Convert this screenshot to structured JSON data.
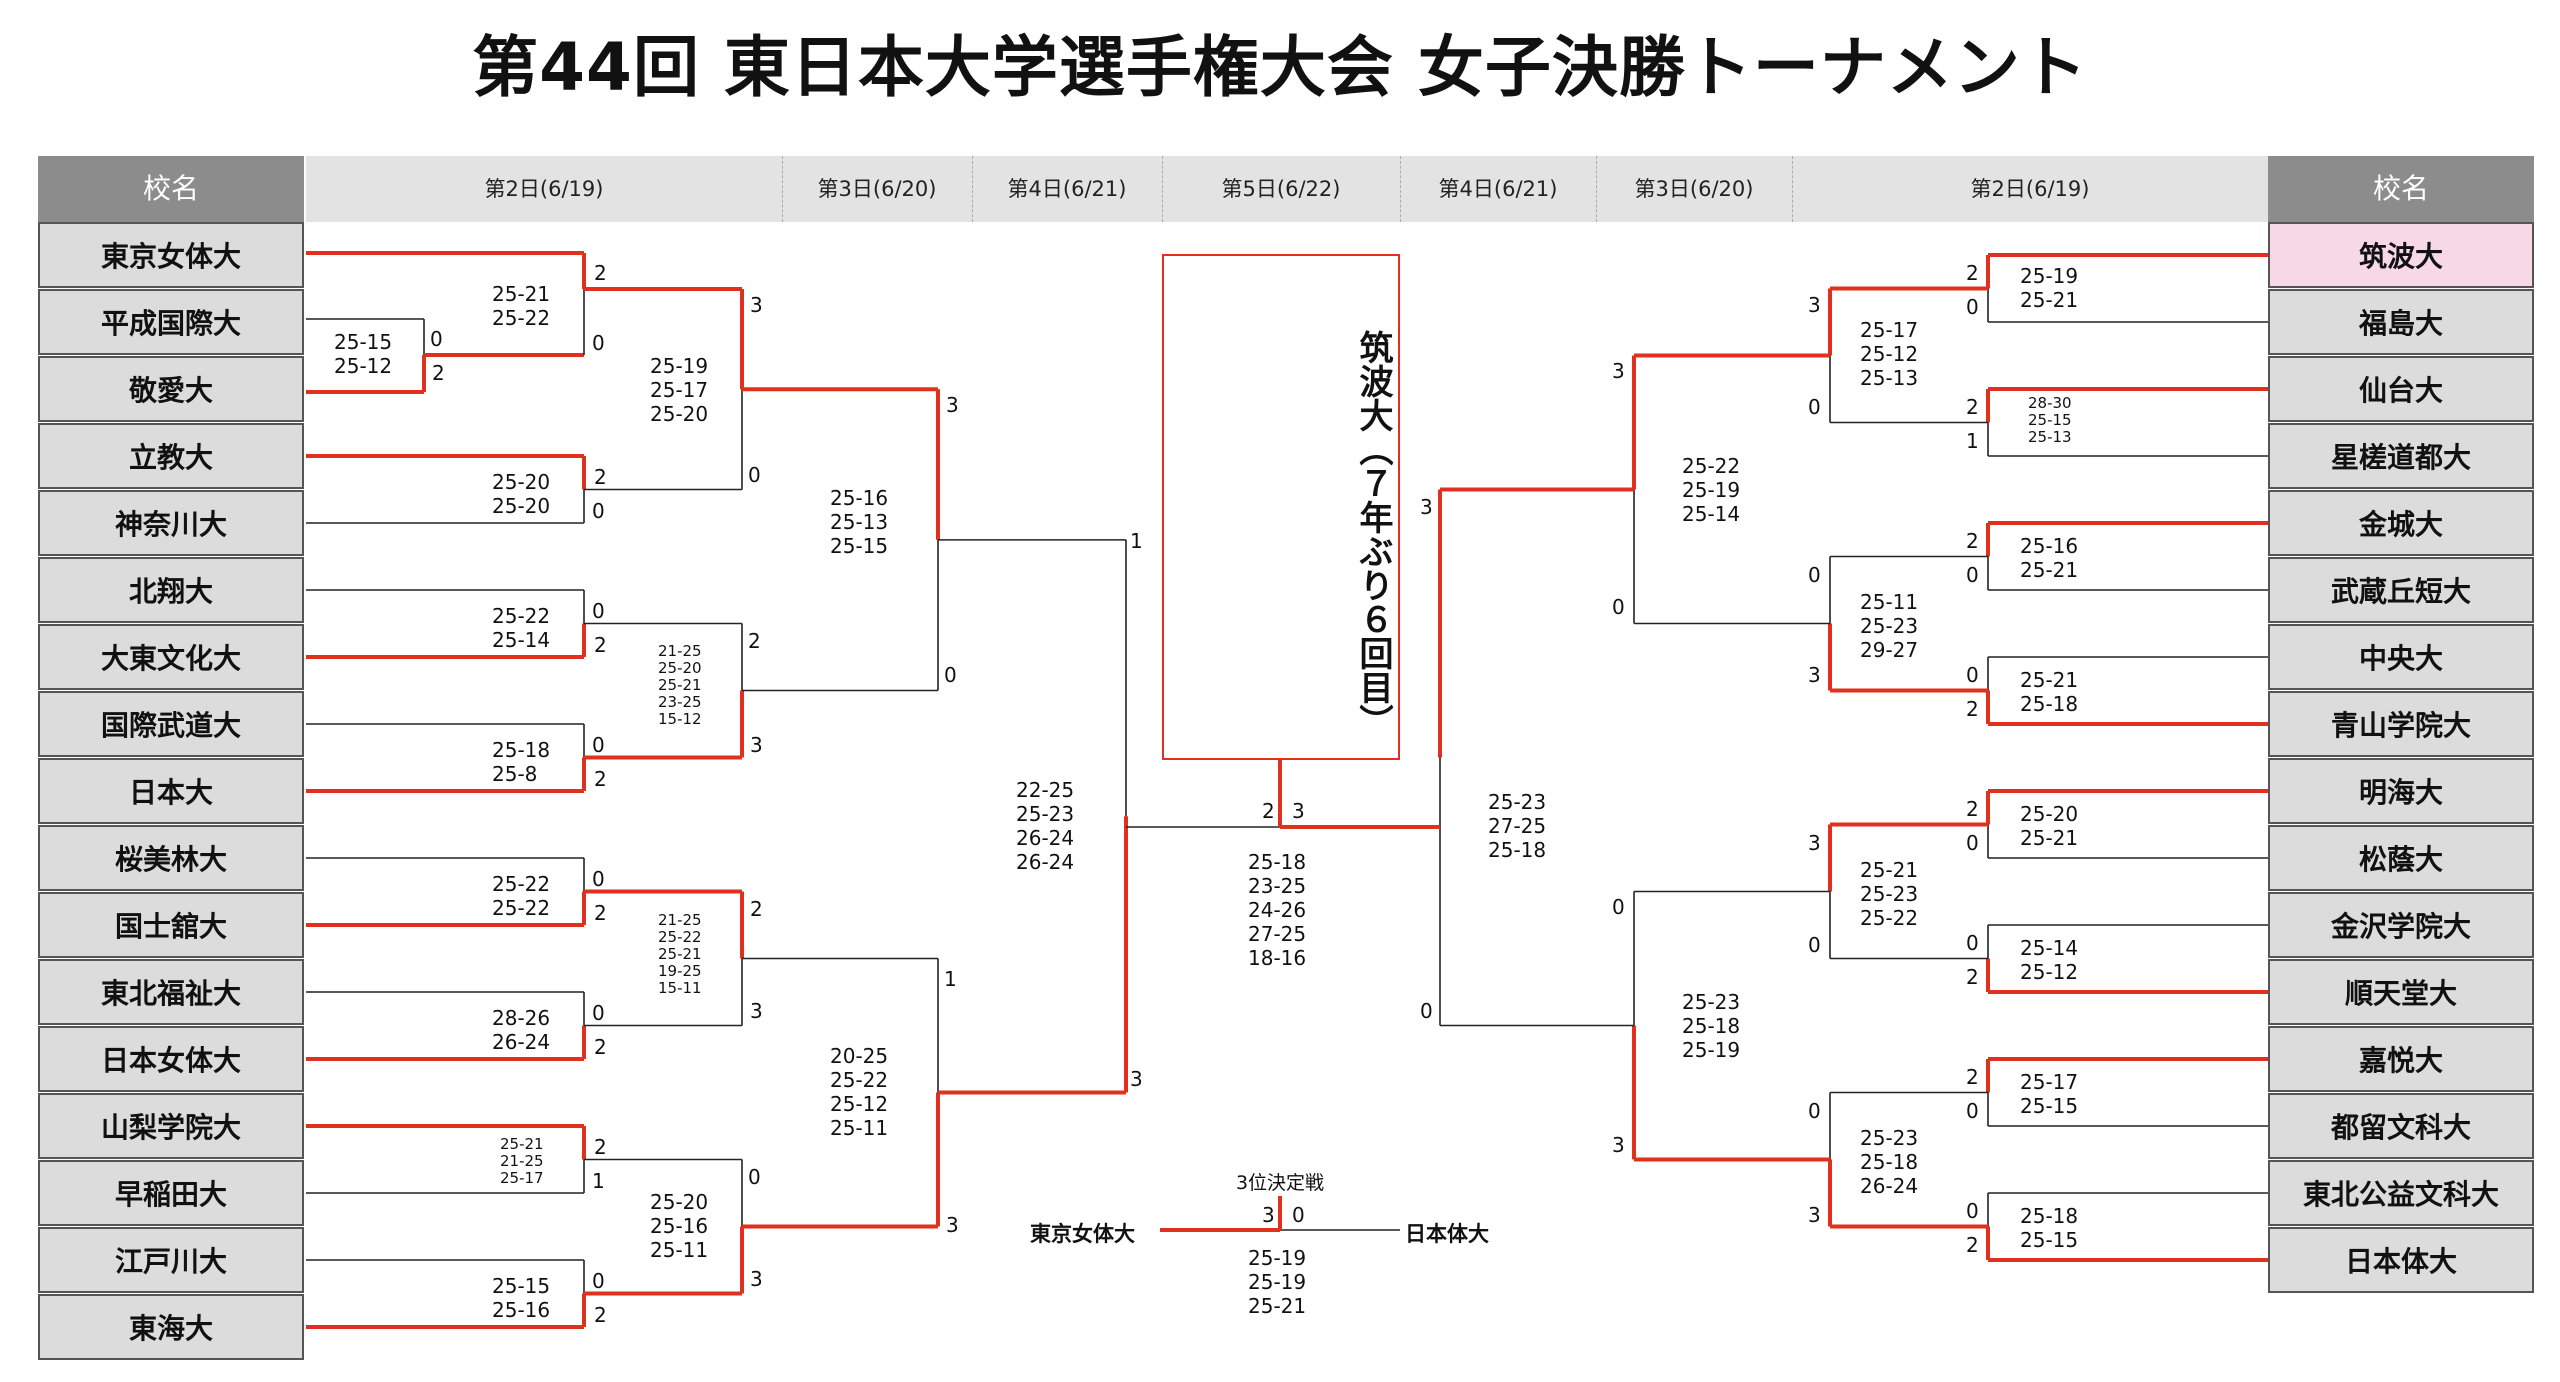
{
  "title": "第44回 東日本大学選手権大会 女子決勝トーナメント",
  "column_header": "校名",
  "days": {
    "l2": "第2日(6/19)",
    "l3": "第3日(6/20)",
    "l4": "第4日(6/21)",
    "c5": "第5日(6/22)",
    "r4": "第4日(6/21)",
    "r3": "第3日(6/20)",
    "r2": "第2日(6/19)"
  },
  "left_teams": [
    "東京女体大",
    "平成国際大",
    "敬愛大",
    "立教大",
    "神奈川大",
    "北翔大",
    "大東文化大",
    "国際武道大",
    "日本大",
    "桜美林大",
    "国士舘大",
    "東北福祉大",
    "日本女体大",
    "山梨学院大",
    "早稲田大",
    "江戸川大",
    "東海大"
  ],
  "right_teams": [
    "筑波大",
    "福島大",
    "仙台大",
    "星槎道都大",
    "金城大",
    "武蔵丘短大",
    "中央大",
    "青山学院大",
    "明海大",
    "松蔭大",
    "金沢学院大",
    "順天堂大",
    "嘉悦大",
    "都留文科大",
    "東北公益文科大",
    "日本体大"
  ],
  "champion": "筑波大（７年ぶり６回目）",
  "accent_color": "#e0301e",
  "scores": {
    "l_pre": "25-15\n25-12",
    "l_m1": "25-21\n25-22",
    "l_m2": "25-20\n25-20",
    "l_m3": "25-22\n25-14",
    "l_m4": "25-18\n25-8",
    "l_m5": "25-22\n25-22",
    "l_m6": "28-26\n26-24",
    "l_m7": "25-21\n21-25\n25-17",
    "l_m8": "25-15\n25-16",
    "l_q1": "25-19\n25-17\n25-20",
    "l_q2": "21-25\n25-20\n25-21\n23-25\n15-12",
    "l_q3": "21-25\n25-22\n25-21\n19-25\n15-11",
    "l_q4": "25-20\n25-16\n25-11",
    "l_s1": "25-16\n25-13\n25-15",
    "l_s2": "20-25\n25-22\n25-12\n25-11",
    "l_f": "22-25\n25-23\n26-24\n26-24",
    "final": "25-18\n23-25\n24-26\n27-25\n18-16",
    "r_f": "25-23\n27-25\n25-18",
    "r_s1": "25-22\n25-19\n25-14",
    "r_s2": "25-23\n25-18\n25-19",
    "r_q1": "25-17\n25-12\n25-13",
    "r_q2": "25-11\n25-23\n29-27",
    "r_q3": "25-21\n25-23\n25-22",
    "r_q4": "25-23\n25-18\n26-24",
    "r_m1": "25-19\n25-21",
    "r_m2": "28-30\n25-15\n25-13",
    "r_m3": "25-16\n25-21",
    "r_m4": "25-21\n25-18",
    "r_m5": "25-20\n25-21",
    "r_m6": "25-14\n25-12",
    "r_m7": "25-17\n25-15",
    "r_m8": "25-18\n25-15"
  },
  "third_place": {
    "title": "3位決定戦",
    "left": "東京女体大",
    "right": "日本体大",
    "sets_left": "3",
    "sets_right": "0",
    "scores": "25-19\n25-19\n25-21"
  }
}
